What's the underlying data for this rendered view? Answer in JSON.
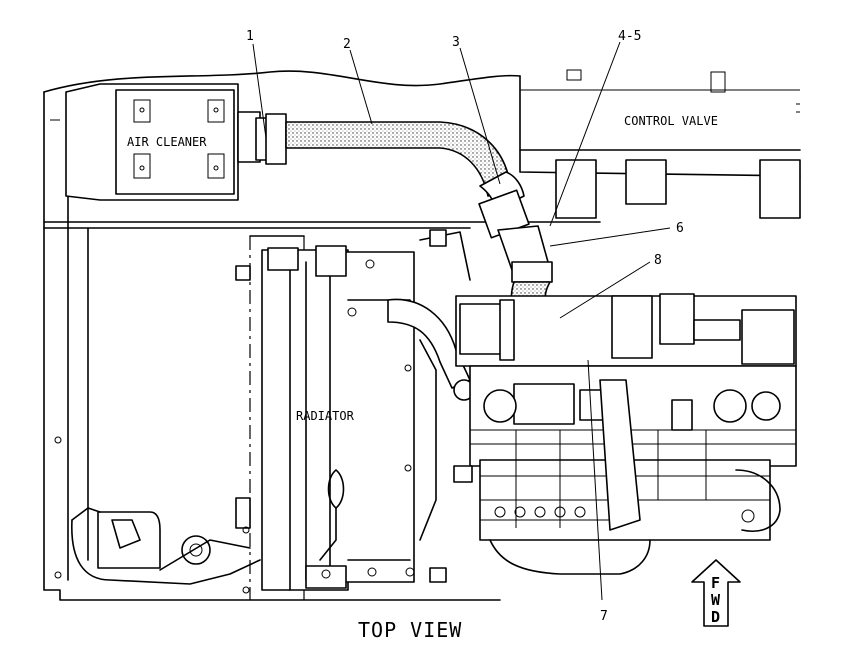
{
  "components": {
    "air_cleaner": "AIR CLEANER",
    "control_valve": "CONTROL VALVE",
    "radiator": "RADIATOR"
  },
  "callouts": [
    "1",
    "2",
    "3",
    "4-5",
    "6",
    "7",
    "8"
  ],
  "view_title": "TOP VIEW",
  "direction_letters": [
    "F",
    "W",
    "D"
  ]
}
